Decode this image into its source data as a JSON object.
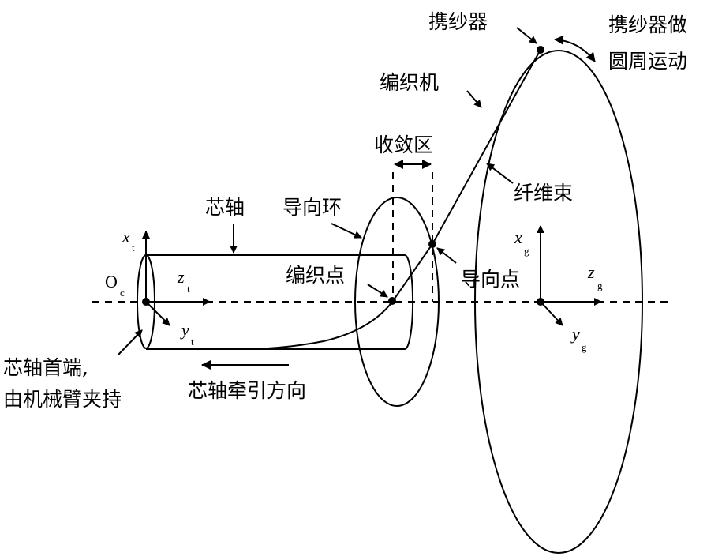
{
  "labels": {
    "carrier": "携纱器",
    "carrier_motion_line1": "携纱器做",
    "carrier_motion_line2": "圆周运动",
    "braiding_machine": "编织机",
    "convergence_zone": "收敛区",
    "fiber_bundle": "纤维束",
    "mandrel": "芯轴",
    "guide_ring": "导向环",
    "braiding_point": "编织点",
    "guide_point": "导向点",
    "mandrel_head_line1": "芯轴首端,",
    "mandrel_head_line2": "由机械臂夹持",
    "traction_direction": "芯轴牵引方向"
  },
  "axes": {
    "mandrel": {
      "origin": "O",
      "origin_sub": "c",
      "x": "x",
      "x_sub": "t",
      "y": "y",
      "y_sub": "t",
      "z": "z",
      "z_sub": "t"
    },
    "machine": {
      "x": "x",
      "x_sub": "g",
      "y": "y",
      "y_sub": "g",
      "z": "z",
      "z_sub": "g"
    }
  }
}
